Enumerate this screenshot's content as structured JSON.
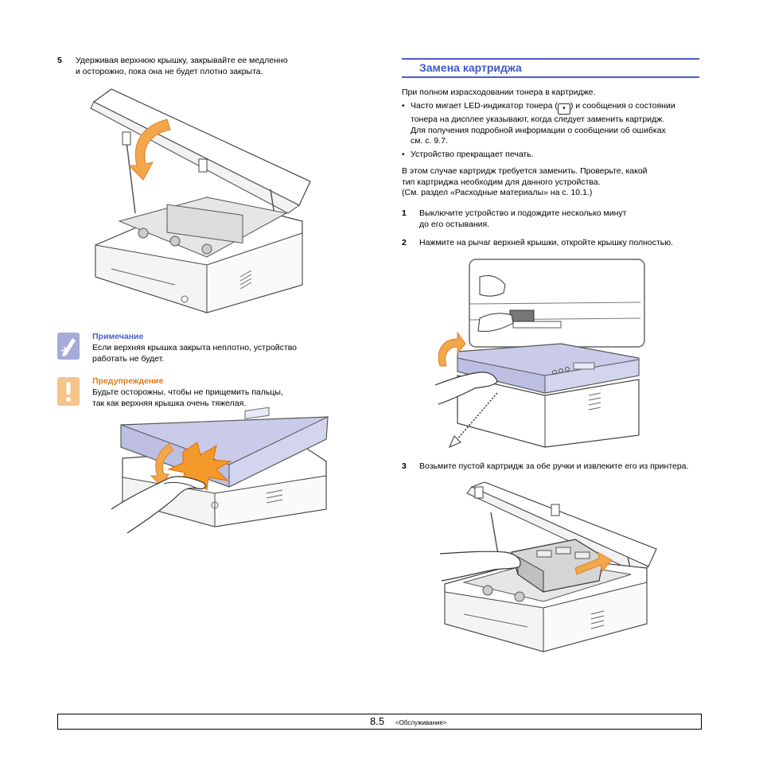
{
  "left": {
    "step5": {
      "num": "5",
      "line1": "Удерживая верхнюю крышку, закрывайте ее медленно",
      "line2": "и осторожно, пока она не будет плотно закрыта."
    },
    "note": {
      "title": "Примечание",
      "line1": "Если верхняя крышка закрыта неплотно, устройство",
      "line2": "работать не будет."
    },
    "warning": {
      "title": "Предупреждение",
      "line1": "Будьте осторожны, чтобы не прищемить пальцы,",
      "line2": "так как верхняя крышка очень тяжелая."
    }
  },
  "right": {
    "section_title": "Замена картриджа",
    "intro": "При полном израсходовании тонера в картридже.",
    "bullets": [
      {
        "line1a": "Часто мигает LED-индикатор тонера (",
        "line1b": ") и сообщения о состоянии",
        "line2": "тонера на дисплее указывают, когда следует заменить картридж.",
        "line3": "Для получения подробной информации о сообщении об ошибках",
        "line4": "см. с. 9.7."
      },
      {
        "line1": "Устройство прекращает печать."
      }
    ],
    "para": {
      "line1": "В этом случае картридж требуется заменить. Проверьте, какой",
      "line2": "тип картриджа необходим для данного устройства.",
      "line3": "(См. раздел «Расходные материалы» на с. 10.1.)"
    },
    "step1": {
      "num": "1",
      "line1": "Выключите устройство и подождите несколько минут",
      "line2": "до его остывания."
    },
    "step2": {
      "num": "2",
      "line1": "Нажмите на рычаг верхней крышки, откройте крышку полностью."
    },
    "step3": {
      "num": "3",
      "line1": "Возьмите пустой картридж за обе ручки и извлеките его из принтера."
    }
  },
  "footer": {
    "page": "8.5",
    "section": "<Обслуживание>"
  },
  "colors": {
    "title_blue": "#3f58c8",
    "warning_orange": "#e07b1a",
    "cover_lavender": "#c9cbe8",
    "arrow_orange": "#f4a64a"
  },
  "icons": {
    "note": "note-pencil-icon",
    "warning": "exclamation-icon",
    "toner_led": "toner-led-icon"
  }
}
